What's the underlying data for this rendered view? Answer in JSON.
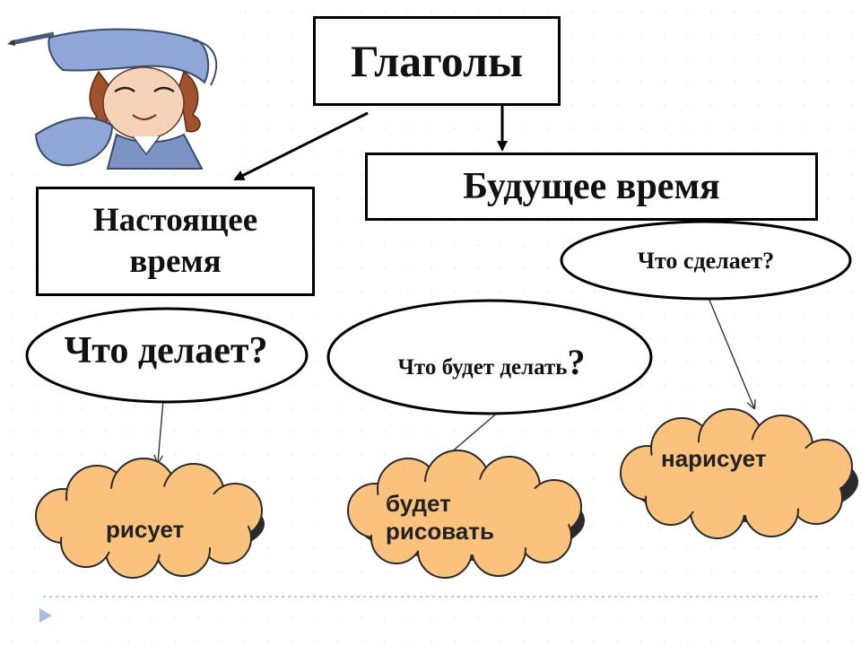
{
  "title": "Глаголы",
  "present": {
    "heading": "Настоящее время",
    "heading_line1": "Настоящее",
    "heading_line2": "время",
    "question": "Что делает?",
    "example": "рисует"
  },
  "future": {
    "heading": "Будущее время",
    "compound": {
      "question": "Что будет делать",
      "question_mark": "?",
      "example_line1": "будет",
      "example_line2": "рисовать"
    },
    "simple": {
      "question": "Что сделает?",
      "example": "нарисует"
    }
  },
  "colors": {
    "cloud_fill": "#fbc27e",
    "cloud_stroke": "#2a2a2a",
    "hat_blue": "#8fa6d6",
    "nav_arrow": "#a8bde0"
  },
  "illustration": "boy-with-pencil-icon"
}
